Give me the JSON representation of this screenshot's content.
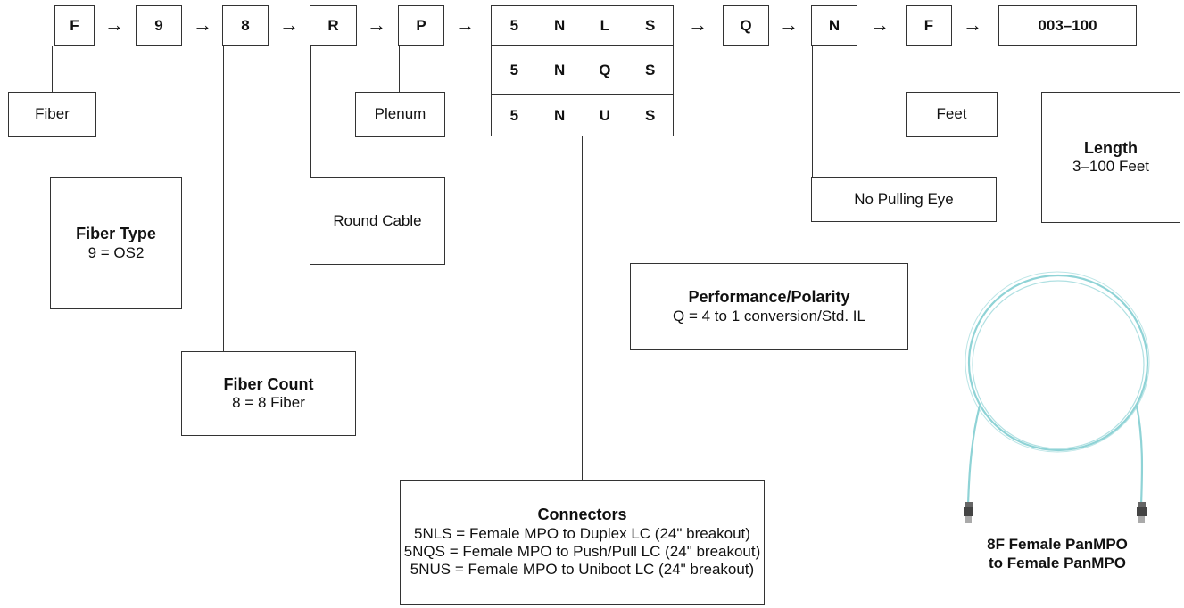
{
  "codes": [
    "F",
    "9",
    "8",
    "R",
    "P",
    "Q",
    "N",
    "F",
    "003–100"
  ],
  "connector_rows": [
    [
      "5",
      "N",
      "L",
      "S"
    ],
    [
      "5",
      "N",
      "Q",
      "S"
    ],
    [
      "5",
      "N",
      "U",
      "S"
    ]
  ],
  "arrow": "→",
  "labels": {
    "fiber": "Fiber",
    "fiber_type": {
      "title": "Fiber Type",
      "body": "9 = OS2"
    },
    "fiber_count": {
      "title": "Fiber Count",
      "body": "8 = 8 Fiber"
    },
    "round_cable": "Round Cable",
    "plenum": "Plenum",
    "connectors": {
      "title": "Connectors",
      "lines": [
        "5NLS = Female MPO to Duplex LC (24\" breakout)",
        "5NQS = Female MPO to Push/Pull LC (24\" breakout)",
        "5NUS = Female MPO to Uniboot LC (24\" breakout)"
      ]
    },
    "performance": {
      "title": "Performance/Polarity",
      "body": "Q = 4 to 1 conversion/Std. IL"
    },
    "pulling_eye": "No Pulling Eye",
    "feet": "Feet",
    "length": {
      "title": "Length",
      "body": "3–100 Feet"
    }
  },
  "product_caption": [
    "8F Female PanMPO",
    "to Female PanMPO"
  ],
  "colors": {
    "cable": "#8fd3d6",
    "line": "#333333"
  }
}
